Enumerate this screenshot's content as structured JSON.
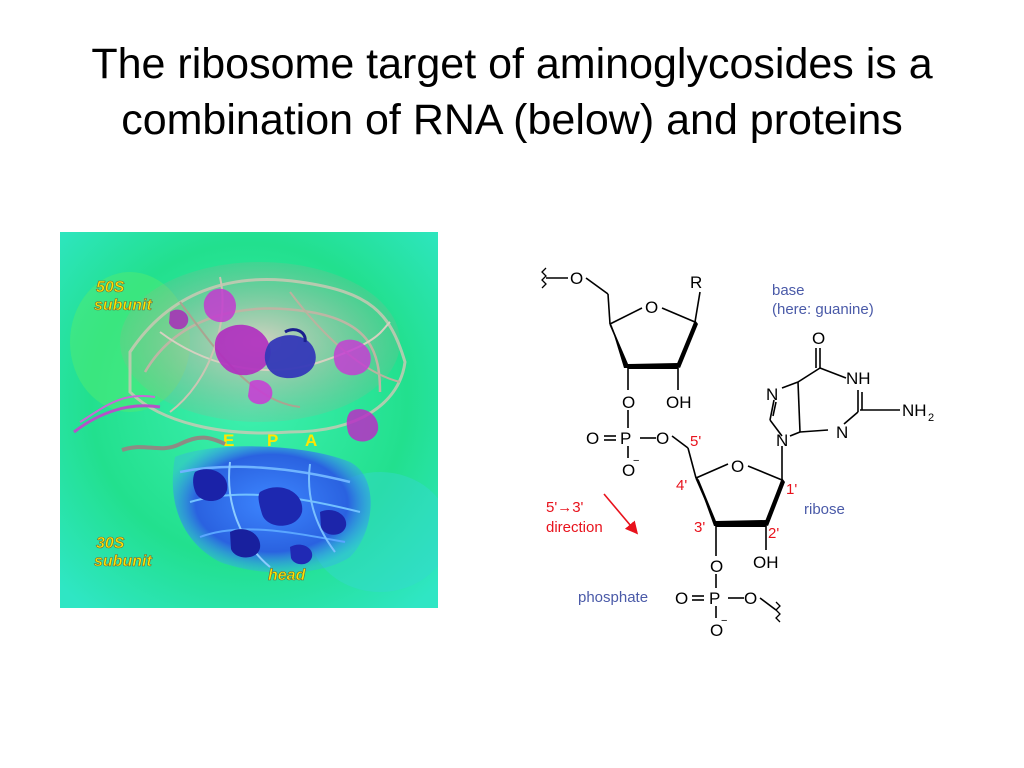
{
  "slide": {
    "title_line1": "The ribosome target of aminoglycosides is a",
    "title_line2": "combination of RNA (below) and proteins"
  },
  "ribosome_image": {
    "label_50s_line1": "50S",
    "label_50s_line2": "subunit",
    "label_30s_line1": "30S",
    "label_30s_line2": "subunit",
    "site_e": "E",
    "site_p": "P",
    "site_a": "A",
    "label_head": "head",
    "colors": {
      "background": "#2ee59a",
      "rna_50s": "#b9b3a3",
      "protein_50s": "#b52cc0",
      "subunit_30s": "#2f6fe8",
      "protein_30s": "#1a22a8",
      "site_labels": "#ffe600"
    }
  },
  "rna_diagram": {
    "atoms": {
      "o_top_link": "O",
      "r_group": "R",
      "o_ring_top": "O",
      "oh_top": "OH",
      "o_phos_top": "O",
      "p_top": "P",
      "o_dbl_top": "O",
      "o_neg_top": "O",
      "o_5prime": "O",
      "o_ring_bottom": "O",
      "oh_bottom": "OH",
      "o_3prime": "O",
      "p_bottom": "P",
      "o_dbl_bottom": "O",
      "o_neg_bottom": "O",
      "o_bottom_link": "O",
      "guanine_o": "O",
      "guanine_nh": "NH",
      "guanine_n_upper": "N",
      "guanine_n_lower": "N",
      "guanine_n_right": "N",
      "guanine_n_glyco": "N",
      "guanine_nh2": "NH",
      "nh2_subscript": "2",
      "minus_top": "−",
      "minus_bottom": "−"
    },
    "carbon_labels": {
      "c5": "5'",
      "c4": "4'",
      "c3": "3'",
      "c2": "2'",
      "c1": "1'"
    },
    "annotations": {
      "base_line1": "base",
      "base_line2": "(here: guanine)",
      "ribose": "ribose",
      "phosphate": "phosphate",
      "direction_line1": "5'→3'",
      "direction_line2": "direction"
    },
    "colors": {
      "carbon_labels": "#e8121c",
      "annotations": "#4a5aa8",
      "direction_arrow": "#e8121c"
    }
  }
}
